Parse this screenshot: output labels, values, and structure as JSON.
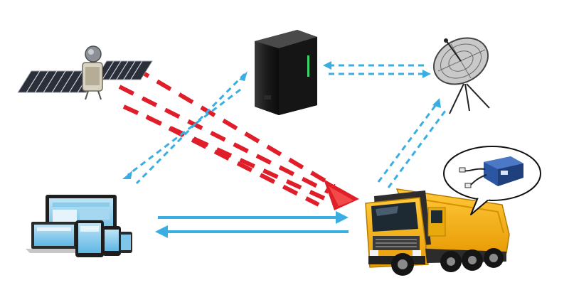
{
  "diagram": {
    "nodes": [
      {
        "id": "satellite",
        "icon": "satellite-icon"
      },
      {
        "id": "server",
        "icon": "server-tower-icon"
      },
      {
        "id": "dish",
        "icon": "satellite-dish-icon"
      },
      {
        "id": "devices",
        "icon": "computer-devices-icon"
      },
      {
        "id": "truck",
        "icon": "dump-truck-icon"
      },
      {
        "id": "gps-tracker",
        "icon": "gps-tracker-device-icon"
      }
    ],
    "links": [
      {
        "from": "satellite",
        "to": "truck",
        "style": "dashed-thick",
        "color": "#e01e2a"
      },
      {
        "from": "server",
        "to": "devices",
        "style": "dotted",
        "color": "#3aaee3"
      },
      {
        "from": "devices",
        "to": "server",
        "style": "dotted",
        "color": "#3aaee3"
      },
      {
        "from": "server",
        "to": "dish",
        "style": "dotted",
        "color": "#3aaee3"
      },
      {
        "from": "dish",
        "to": "server",
        "style": "dotted",
        "color": "#3aaee3"
      },
      {
        "from": "truck",
        "to": "dish",
        "style": "dotted",
        "color": "#3aaee3"
      },
      {
        "from": "devices",
        "to": "truck",
        "style": "solid",
        "color": "#3aaee3"
      },
      {
        "from": "truck",
        "to": "devices",
        "style": "solid",
        "color": "#3aaee3"
      }
    ],
    "colors": {
      "signal_red": "#e01e2a",
      "data_blue": "#3aaee3",
      "truck_yellow": "#f5b512",
      "server_black": "#1c1c1c",
      "tracker_blue": "#2b56a3"
    }
  }
}
